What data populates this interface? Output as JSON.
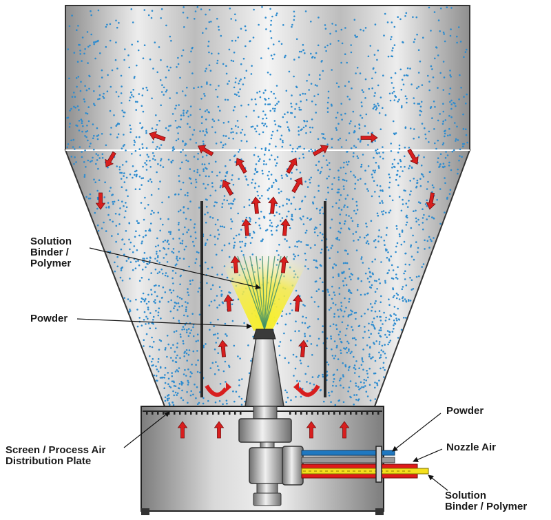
{
  "labels": {
    "solution_binder_left": [
      "Solution",
      "Binder /",
      "Polymer"
    ],
    "powder_left": "Powder",
    "screen_plate": [
      "Screen / Process Air",
      "Distribution Plate"
    ],
    "powder_right": "Powder",
    "nozzle_air": "Nozzle Air",
    "solution_binder_right": [
      "Solution",
      "Binder / Polymer"
    ]
  },
  "colors": {
    "particle": "#2e8ccf",
    "arrow": "#d81e1e",
    "spray_yellow": "#f7ef2a",
    "powder_pipe": "#1f78c0",
    "binder_pipe": "#f4e01c",
    "binder_pipe_outer": "#e01a1a",
    "vessel_steel": "#c8c8c8",
    "outline": "#222222"
  }
}
